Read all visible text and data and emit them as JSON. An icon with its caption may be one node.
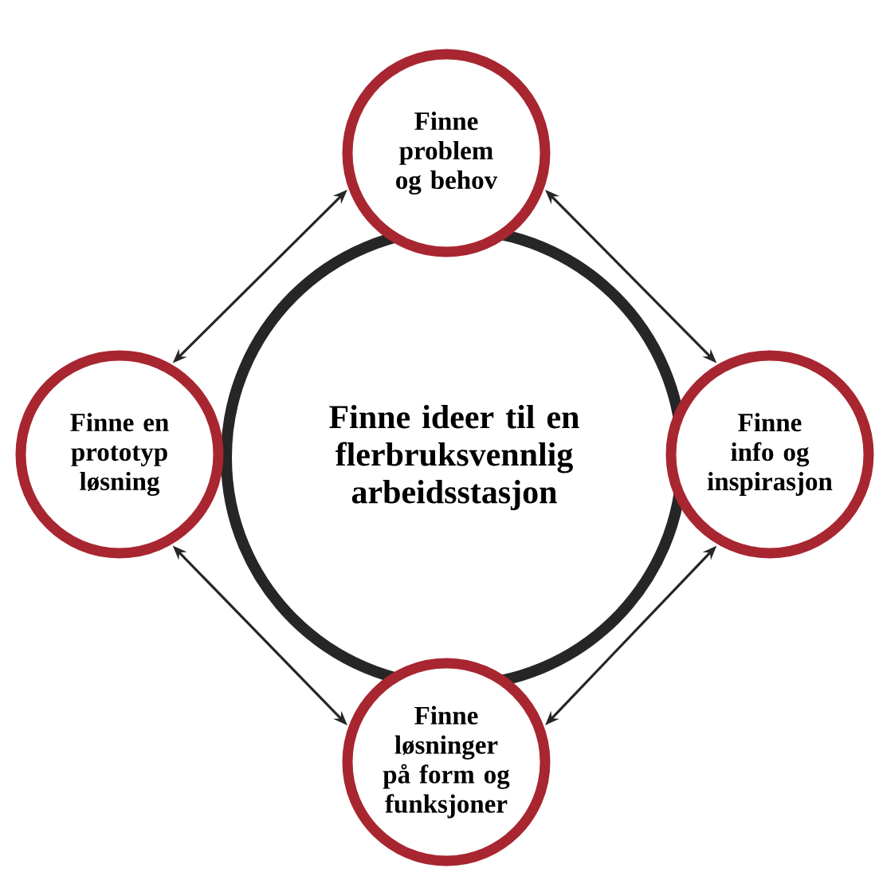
{
  "diagram": {
    "nodes": [
      {
        "text": [
          "Finne ideer til en flerbruksvennlig arbeidsstasjon"
        ]
      },
      {
        "text": [
          "Finne problem og behov"
        ]
      },
      {
        "text": [
          "Finne info og inspirasjon"
        ]
      },
      {
        "text": [
          "Finne løsninger på form og funksjoner"
        ]
      },
      {
        "text": [
          "Finne en prototyp løsning"
        ]
      }
    ],
    "edges": [
      {
        "from": 1,
        "to": 2,
        "arrow": "both"
      },
      {
        "from": 2,
        "to": 3,
        "arrow": "both"
      },
      {
        "from": 3,
        "to": 4,
        "arrow": "both"
      },
      {
        "from": 4,
        "to": 1,
        "arrow": "both"
      }
    ]
  }
}
